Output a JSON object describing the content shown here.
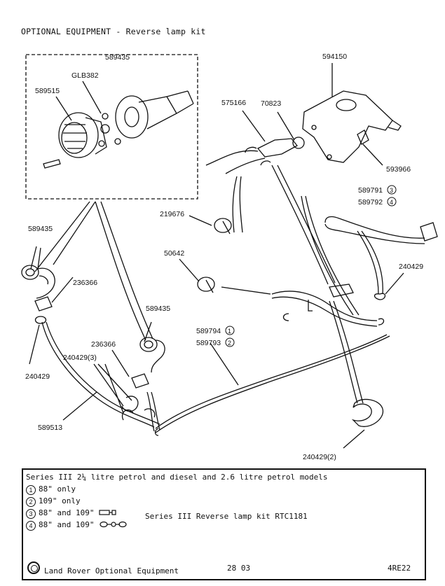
{
  "header": {
    "title": "OPTIONAL EQUIPMENT - Reverse lamp kit"
  },
  "diagram": {
    "labels": {
      "p589435_top": "589435",
      "pGLB382": "GLB382",
      "p589515": "589515",
      "p594150": "594150",
      "p575166": "575166",
      "p70823": "70823",
      "p593966": "593966",
      "p589791": "589791",
      "p589792": "589792",
      "p219676": "219676",
      "p50642": "50642",
      "p240429_right": "240429",
      "p589435_left": "589435",
      "p236366_left": "236366",
      "p589435_mid": "589435",
      "p589794": "589794",
      "p589793": "589793",
      "p236366_mid": "236366",
      "p240429_3": "240429(3)",
      "p240429_left": "240429",
      "p589513": "589513",
      "p240429_2": "240429(2)"
    },
    "circled": {
      "c1": "1",
      "c2": "2",
      "c3": "3",
      "c4": "4"
    }
  },
  "legend": {
    "line1": "Series III 2¼ litre petrol and diesel and 2.6 litre petrol models",
    "item1": {
      "num": "1",
      "text": "88\" only"
    },
    "item2": {
      "num": "2",
      "text": "109\" only"
    },
    "item3": {
      "num": "3",
      "text": "88\" and 109\""
    },
    "item4": {
      "num": "4",
      "text": "88\" and 109\""
    },
    "kit": "Series III Reverse lamp kit RTC1181",
    "footer_left": "Land Rover Optional Equipment",
    "page": "28 03",
    "code": "4RE22"
  }
}
